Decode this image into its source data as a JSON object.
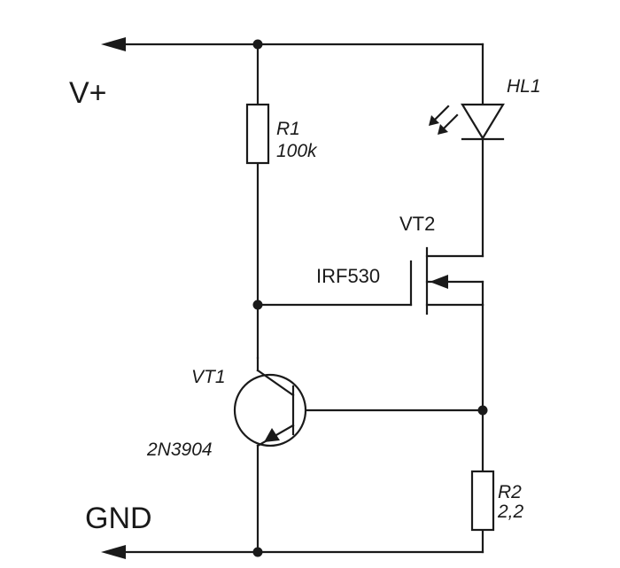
{
  "rails": {
    "supply_label": "V+",
    "ground_label": "GND"
  },
  "components": {
    "r1": {
      "ref": "R1",
      "value": "100k"
    },
    "r2": {
      "ref": "R2",
      "value": "2,2"
    },
    "hl1": {
      "ref": "HL1"
    },
    "vt1": {
      "ref": "VT1",
      "part": "2N3904"
    },
    "vt2": {
      "ref": "VT2",
      "part": "IRF530"
    }
  }
}
